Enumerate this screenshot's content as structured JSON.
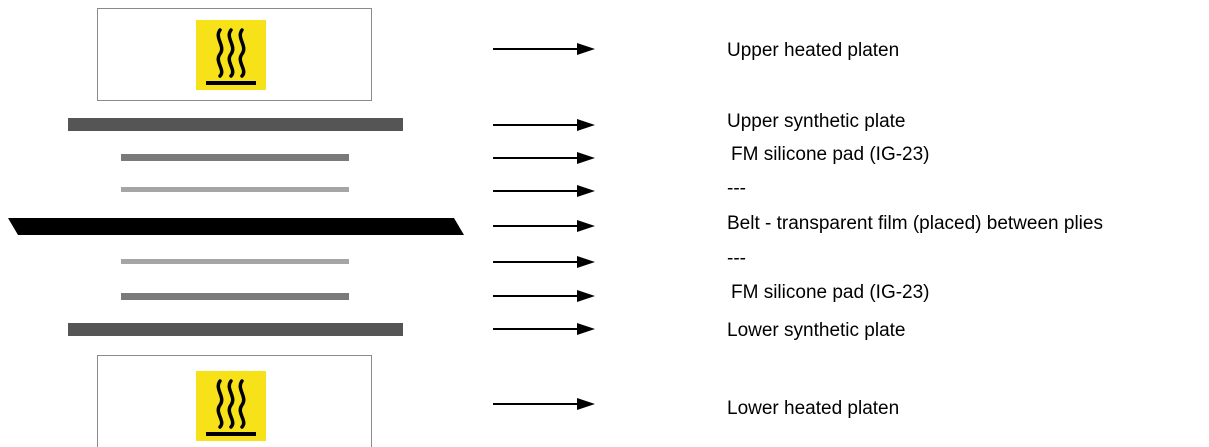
{
  "icons": {
    "upper_platen_icon": "hot-surface-icon",
    "lower_platen_icon": "hot-surface-icon",
    "arrow_icon": "right-arrow-icon"
  },
  "colors": {
    "icon_yellow": "#f7e21a",
    "synthetic_plate": "#555555",
    "silicone_pad": "#7a7a7a",
    "separator": "#a5a5a5",
    "belt": "#000000",
    "platen_border": "#8a8a8a"
  },
  "labels": {
    "upper_heated_platen": "Upper heated platen",
    "upper_synthetic_plate": "Upper synthetic plate",
    "upper_silicone_pad": "FM silicone pad (IG-23)",
    "upper_separator": "---",
    "belt": "Belt - transparent film (placed) between plies",
    "lower_separator": "---",
    "lower_silicone_pad": "FM silicone pad (IG-23)",
    "lower_synthetic_plate": "Lower synthetic plate",
    "lower_heated_platen": "Lower heated platen"
  }
}
